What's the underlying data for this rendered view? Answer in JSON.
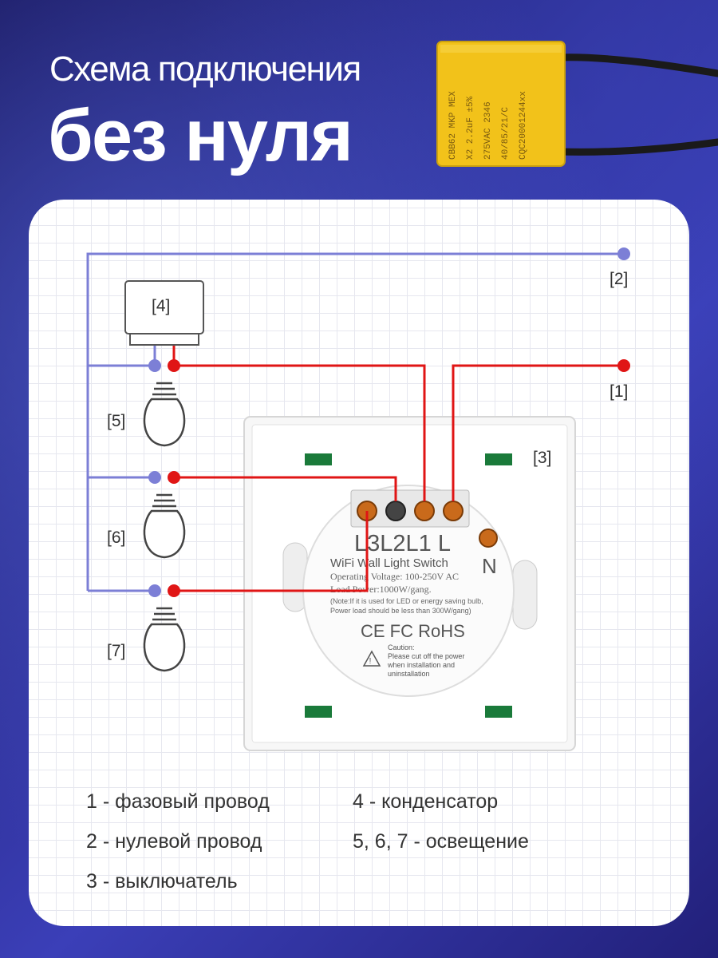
{
  "header": {
    "title_line1": "Схема подключения",
    "title_line2": "без нуля"
  },
  "capacitor": {
    "markings": [
      "CBB62 MKP MEX",
      "X2 2.2uF ±5%",
      "275VAC 2346",
      "40/85/21/C",
      "CQC20001244xx"
    ]
  },
  "diagram": {
    "labels": {
      "phase": "[1]",
      "neutral": "[2]",
      "switch": "[3]",
      "capacitor": "[4]",
      "lamp_5": "[5]",
      "lamp_6": "[6]",
      "lamp_7": "[7]"
    },
    "switch_panel": {
      "terminals": "L3L2L1 L",
      "neutral_terminal": "N",
      "product_name": "WiFi Wall Light Switch",
      "voltage": "Operating Voltage: 100-250V AC",
      "load": "Load Power:1000W/gang.",
      "note_line1": "(Note:If it is used for LED or energy saving bulb,",
      "note_line2": "Power load should be less than 300W/gang)",
      "certs": "CE FC RoHS",
      "caution_title": "Caution:",
      "caution_line1": "Please cut off the power",
      "caution_line2": "when installation and",
      "caution_line3": "uninstallation"
    },
    "colors": {
      "phase_wire": "#e01515",
      "neutral_wire": "#7c7fd6",
      "capacitor_body": "#f2c21a"
    }
  },
  "legend": {
    "item_1": "1 - фазовый провод",
    "item_2": "2 - нулевой провод",
    "item_3": "3 - выключатель",
    "item_4": "4 - конденсатор",
    "item_5": "5, 6, 7 - освещение"
  }
}
